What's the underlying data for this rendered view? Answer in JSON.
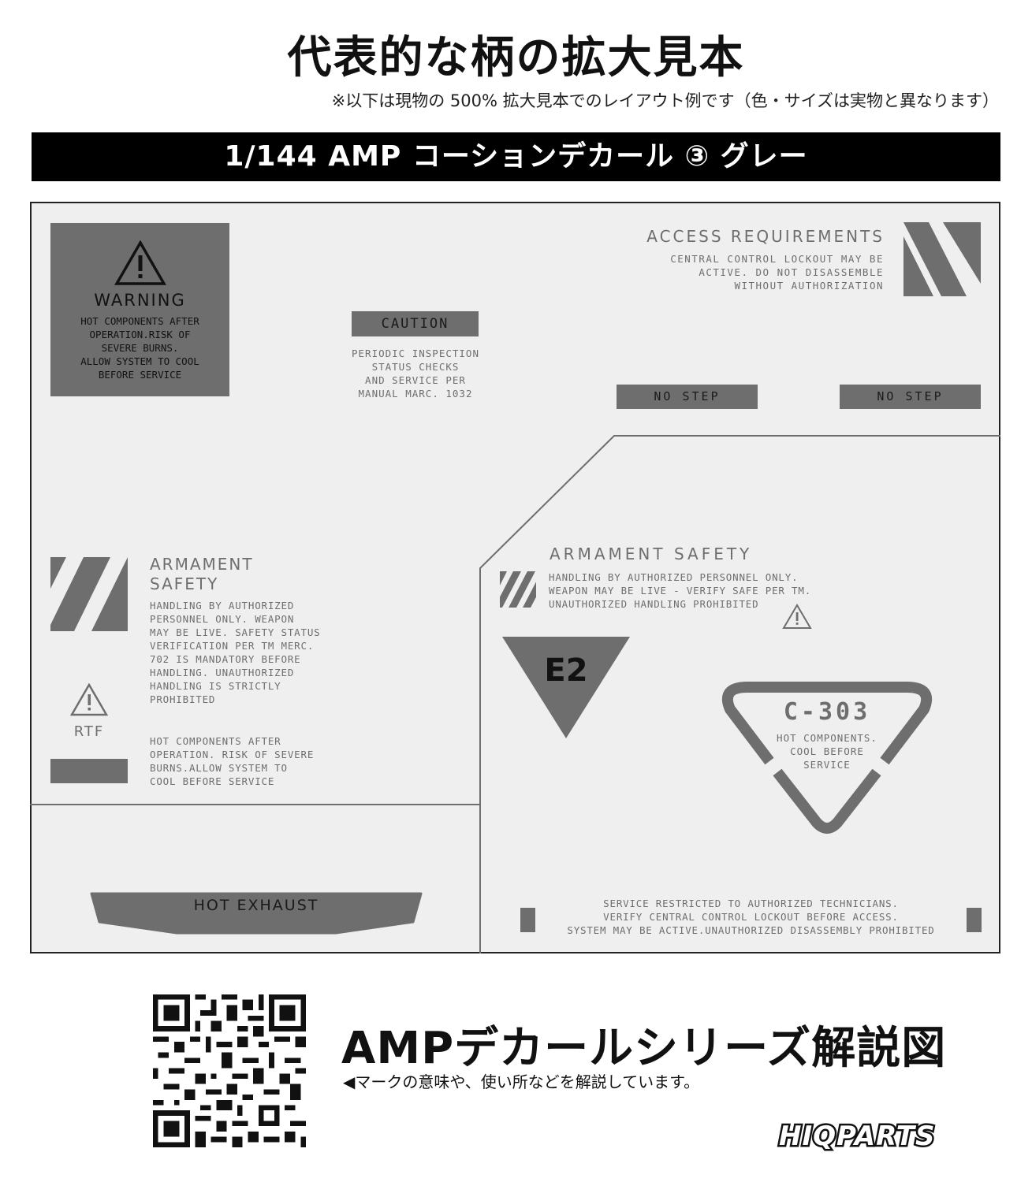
{
  "header": {
    "title": "代表的な柄の拡大見本",
    "subtitle": "※以下は現物の 500% 拡大見本でのレイアウト例です（色・サイズは実物と異なります）"
  },
  "banner": {
    "label": "1/144 AMP コーションデカール ③ グレー"
  },
  "colors": {
    "decal_grey": "#6e6e6e",
    "sheet_bg": "#efefef",
    "banner_bg": "#000000"
  },
  "sheet": {
    "warning": {
      "title": "WARNING",
      "body": "HOT COMPONENTS AFTER\nOPERATION.RISK OF\nSEVERE BURNS.\nALLOW SYSTEM TO COOL\nBEFORE SERVICE"
    },
    "caution": {
      "label": "CAUTION",
      "body": "PERIODIC INSPECTION\nSTATUS CHECKS\nAND SERVICE PER\nMANUAL MARC. 1032"
    },
    "access": {
      "title": "ACCESS REQUIREMENTS",
      "body": "CENTRAL CONTROL LOCKOUT MAY BE\nACTIVE. DO NOT DISASSEMBLE\nWITHOUT AUTHORIZATION"
    },
    "no_step_1": "NO STEP",
    "no_step_2": "NO STEP",
    "armament_left": {
      "title": "ARMAMENT\nSAFETY",
      "body": "HANDLING BY AUTHORIZED\nPERSONNEL ONLY. WEAPON\nMAY BE LIVE. SAFETY STATUS\nVERIFICATION PER TM MERC.\n702 IS MANDATORY BEFORE\nHANDLING. UNAUTHORIZED\nHANDLING IS STRICTLY\nPROHIBITED"
    },
    "rtf": "RTF",
    "hot_left": "HOT COMPONENTS AFTER\nOPERATION. RISK OF SEVERE\nBURNS.ALLOW SYSTEM TO\nCOOL BEFORE SERVICE",
    "armament_right": {
      "title": "ARMAMENT SAFETY",
      "body": "HANDLING BY AUTHORIZED PERSONNEL ONLY.\nWEAPON MAY BE LIVE - VERIFY SAFE PER TM.\nUNAUTHORIZED HANDLING PROHIBITED"
    },
    "e2": "E2",
    "c303": {
      "title": "C-303",
      "body": "HOT COMPONENTS.\nCOOL BEFORE\nSERVICE"
    },
    "hot_exhaust": "HOT EXHAUST",
    "service": "SERVICE RESTRICTED TO AUTHORIZED TECHNICIANS.\nVERIFY CENTRAL CONTROL LOCKOUT BEFORE ACCESS.\nSYSTEM MAY BE ACTIVE.UNAUTHORIZED DISASSEMBLY PROHIBITED"
  },
  "footer": {
    "guide_title": "AMPデカールシリーズ解説図",
    "guide_subtitle": "◀マークの意味や、使い所などを解説しています。",
    "brand": "HIQPARTS"
  }
}
